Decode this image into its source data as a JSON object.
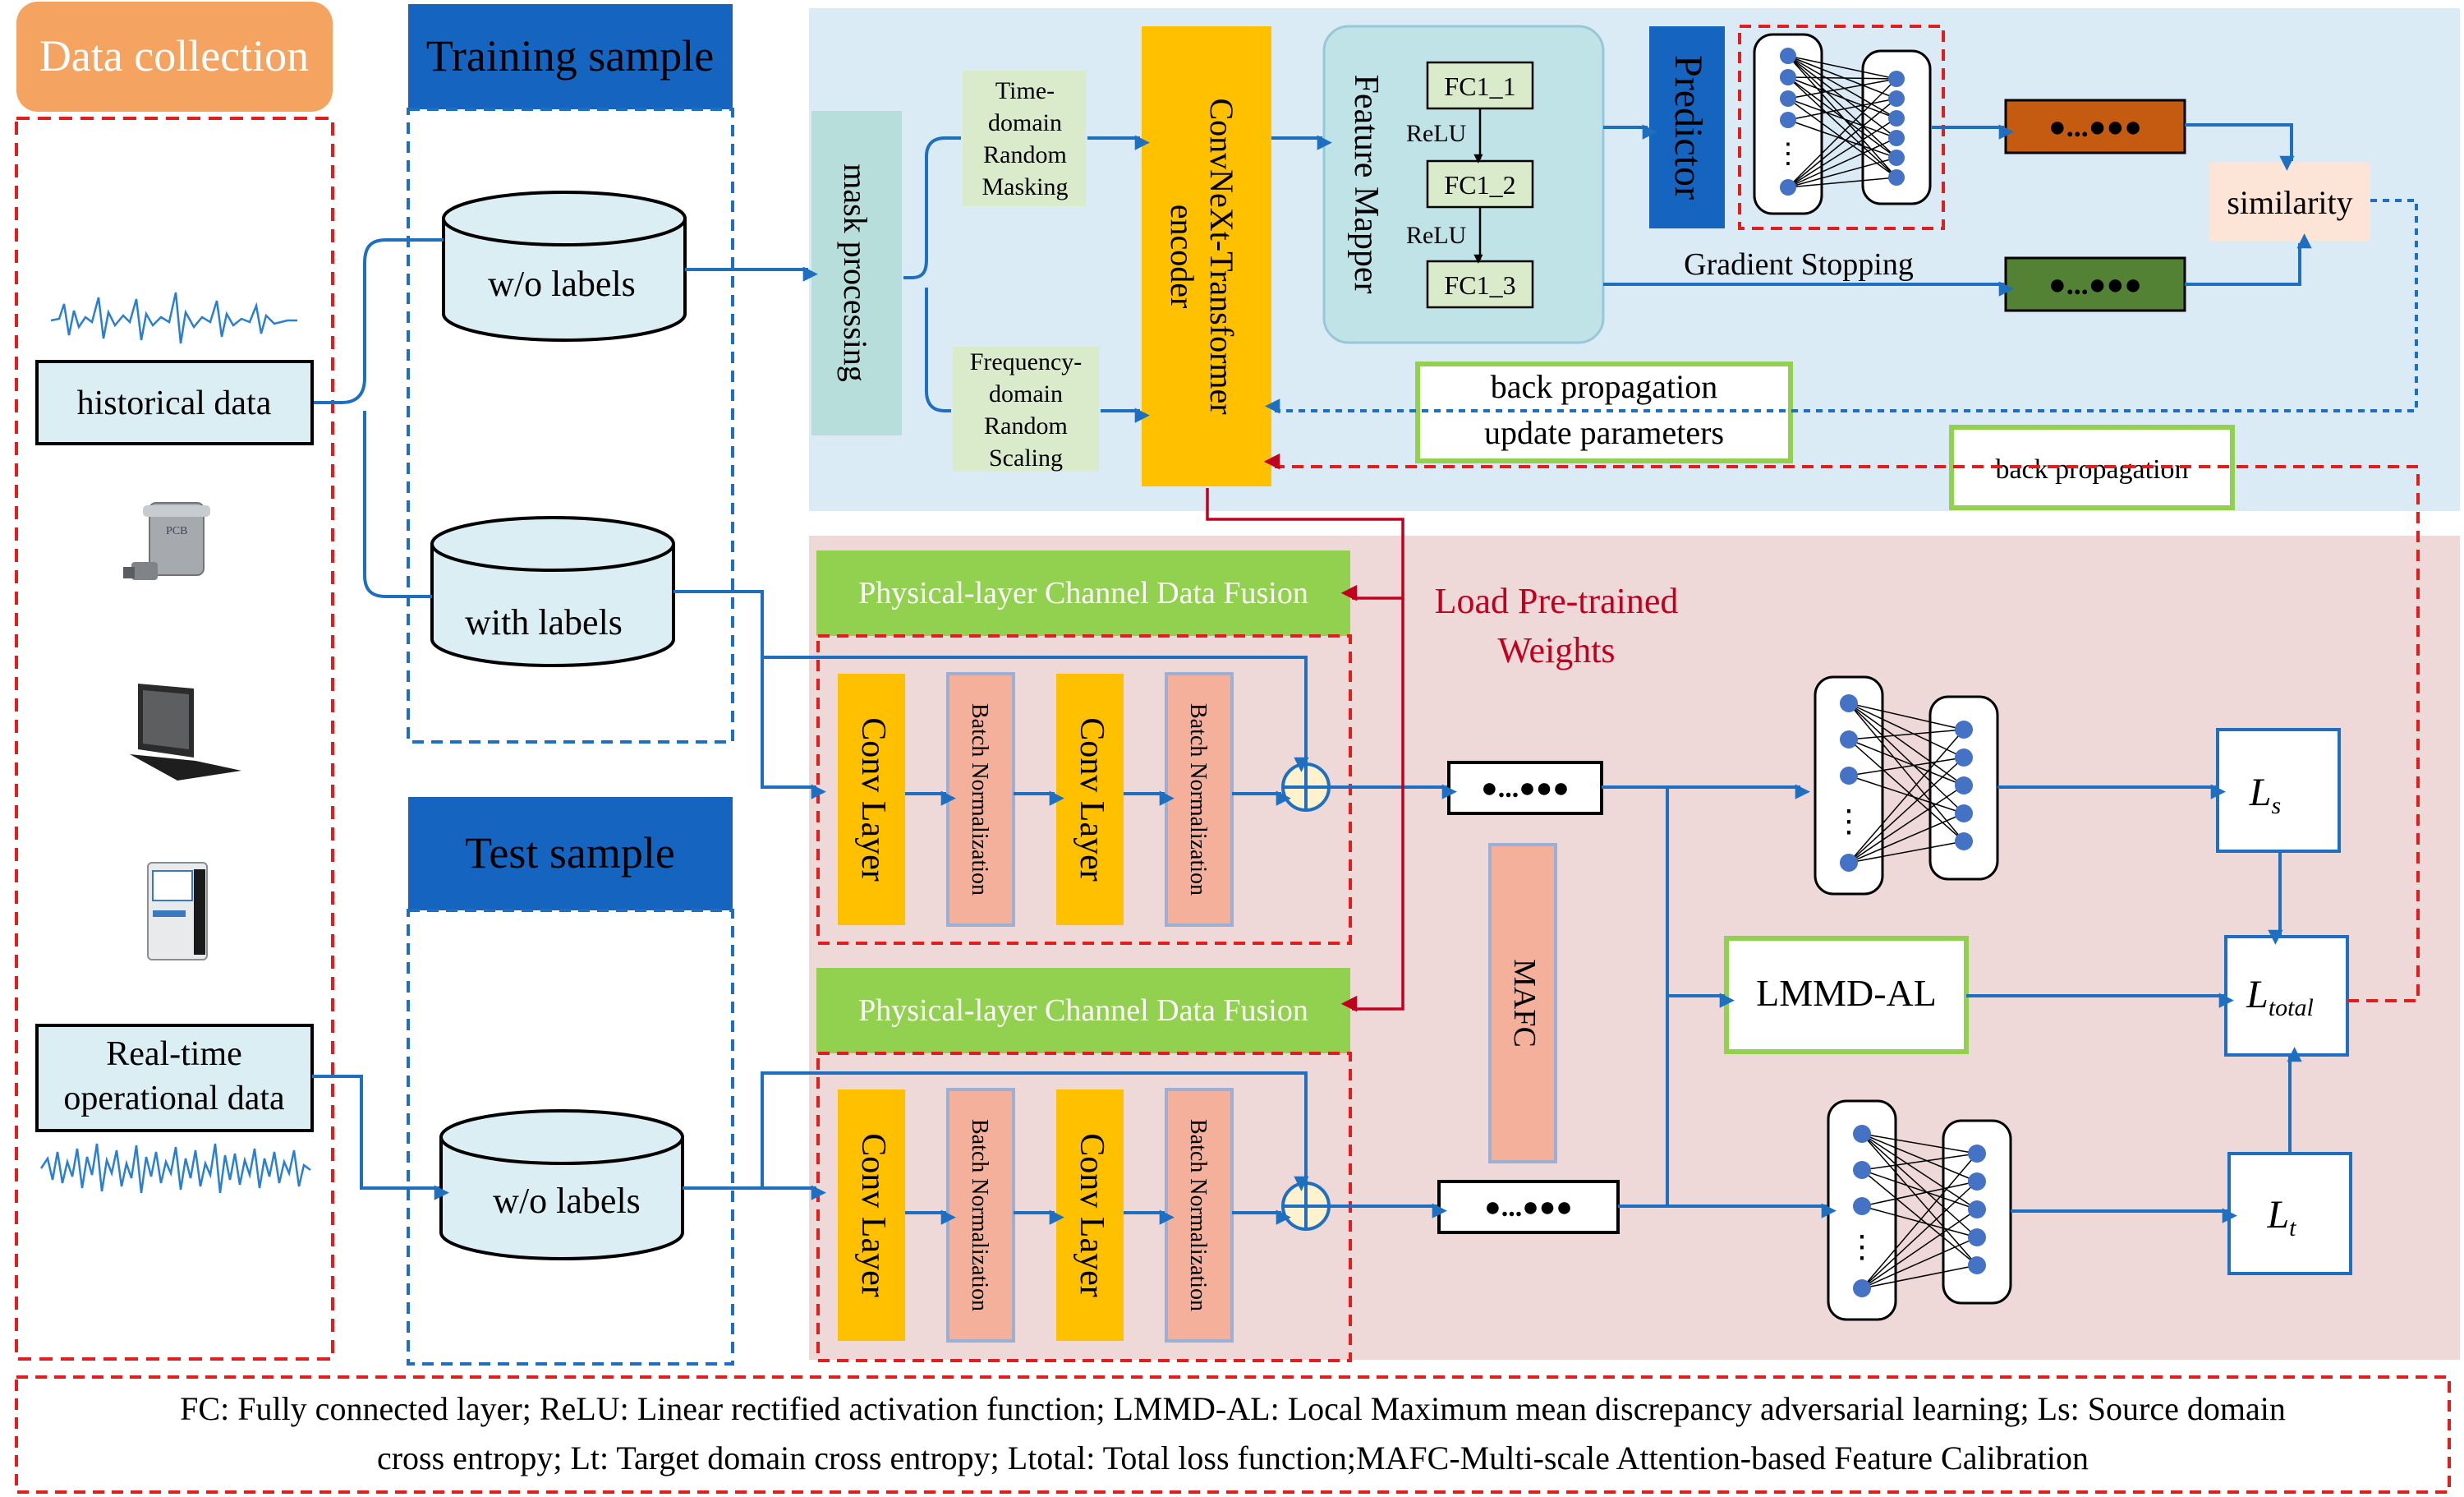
{
  "colors": {
    "blue_bg": "#daebf5",
    "pink_bg": "#eed8d8",
    "orange_header": "#f4a460",
    "blue_header": "#1565c0",
    "yellow_block": "#ffc000",
    "green_label": "#92d050",
    "green_box_border": "#8cc63f",
    "light_green": "#d9ebcb",
    "salmon": "#f4b09a",
    "peach": "#fce4d6",
    "teal_box": "#b7dedb",
    "mapper_bg": "#bfe3e6",
    "dark_orange_vec": "#c55a11",
    "dark_green_vec": "#548235",
    "arrow_blue": "#1e6fbf",
    "red_dashed": "#e01e1e",
    "load_red": "#c0001e",
    "node_blue": "#4472c4"
  },
  "data_collection": {
    "header": "Data collection",
    "historical": "historical data",
    "realtime_line1": "Real-time",
    "realtime_line2": "operational data"
  },
  "training": {
    "header": "Training sample",
    "wo_labels": "w/o labels",
    "with_labels": "with labels"
  },
  "test": {
    "header": "Test sample",
    "wo_labels": "w/o labels"
  },
  "pretrain": {
    "mask": "mask processing",
    "time_l1": "Time-",
    "time_l2": "domain",
    "time_l3": "Random",
    "time_l4": "Masking",
    "freq_l1": "Frequency-",
    "freq_l2": "domain",
    "freq_l3": "Random",
    "freq_l4": "Scaling",
    "encoder_l1": "ConvNeXt-Transformer",
    "encoder_l2": "encoder",
    "mapper": "Feature Mapper",
    "fc1": "FC1_1",
    "fc2": "FC1_2",
    "fc3": "FC1_3",
    "relu": "ReLU",
    "predictor": "Predictor",
    "gradient_stopping": "Gradient Stopping",
    "similarity": "similarity",
    "bp_update_l1": "back propagation",
    "bp_update_l2": "update parameters",
    "back_propagation": "back propagation",
    "vector": "●...●●●"
  },
  "finetune": {
    "fusion_title": "Physical-layer Channel Data Fusion",
    "conv_layer": "Conv Layer",
    "batch_norm": "Batch Normalization",
    "load_l1": "Load Pre-trained",
    "load_l2": "Weights",
    "mafc": "MAFC",
    "lmmd": "LMMD-AL",
    "ls_main": "L",
    "ls_sub": "s",
    "lt_main": "L",
    "lt_sub": "t",
    "ltotal_main": "L",
    "ltotal_sub": "total",
    "dots": "⋮"
  },
  "legend": {
    "line1": "FC: Fully connected layer; ReLU: Linear rectified activation function; LMMD-AL: Local Maximum mean discrepancy adversarial learning; Ls: Source domain",
    "line2": "cross entropy; Lt: Target domain cross entropy; Ltotal: Total loss function;MAFC-Multi-scale Attention-based Feature Calibration"
  }
}
